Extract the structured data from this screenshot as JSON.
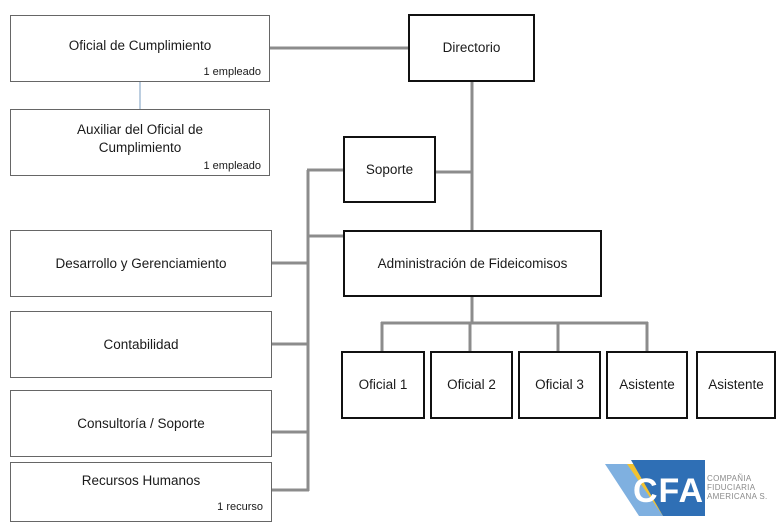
{
  "diagram": {
    "nodes": {
      "oficial_cumplimiento": {
        "label": "Oficial de Cumplimiento",
        "note": "1 empleado"
      },
      "auxiliar_oficial": {
        "label": "Auxiliar del Oficial de\nCumplimiento",
        "note": "1 empleado"
      },
      "directorio": {
        "label": "Directorio"
      },
      "soporte": {
        "label": "Soporte"
      },
      "administracion": {
        "label": "Administración de Fideicomisos"
      },
      "desarrollo": {
        "label": "Desarrollo y Gerenciamiento"
      },
      "contabilidad": {
        "label": "Contabilidad"
      },
      "consultoria": {
        "label": "Consultoría / Soporte"
      },
      "recursos_humanos": {
        "label": "Recursos Humanos",
        "note": "1 recurso"
      },
      "oficial_1": {
        "label": "Oficial 1"
      },
      "oficial_2": {
        "label": "Oficial 2"
      },
      "oficial_3": {
        "label": "Oficial 3"
      },
      "asistente_1": {
        "label": "Asistente"
      },
      "asistente_2": {
        "label": "Asistente"
      }
    }
  },
  "logo": {
    "mark": "CFA",
    "text": "COMPAÑIA\nFIDUCIARIA\nAMERICANA S."
  },
  "colors": {
    "connector": "#8c8c8c",
    "thin_border": "#666666",
    "thick_border": "#111111",
    "logo_blue": "#2f6fb5",
    "logo_yellow": "#f2c230"
  }
}
